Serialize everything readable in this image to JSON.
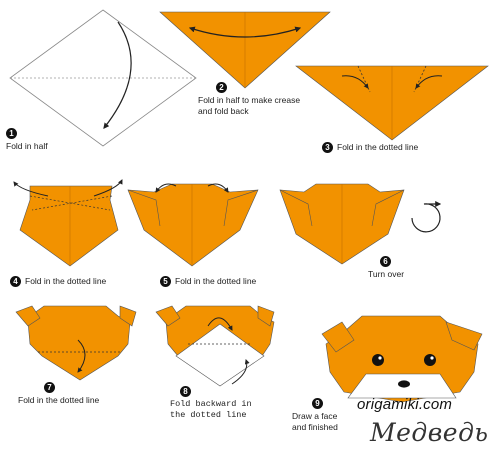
{
  "colors": {
    "paper": "#f29200",
    "outline": "#333333",
    "white": "#ffffff"
  },
  "steps": [
    {
      "number": "1",
      "caption": "Fold in half"
    },
    {
      "number": "2",
      "caption_lines": [
        "Fold in half to make crease",
        "and fold back"
      ]
    },
    {
      "number": "3",
      "caption": "Fold in the dotted line"
    },
    {
      "number": "4",
      "caption": "Fold in the dotted line"
    },
    {
      "number": "5",
      "caption": "Fold in the dotted line"
    },
    {
      "number": "6",
      "caption": "Turn over"
    },
    {
      "number": "7",
      "caption": "Fold in the dotted line"
    },
    {
      "number": "8",
      "caption_lines": [
        "Fold backward in",
        "the dotted line"
      ]
    },
    {
      "number": "9",
      "caption_lines": [
        "Draw a face",
        "and finished"
      ]
    }
  ],
  "watermark": "origamiki.com",
  "title": "Медведь"
}
